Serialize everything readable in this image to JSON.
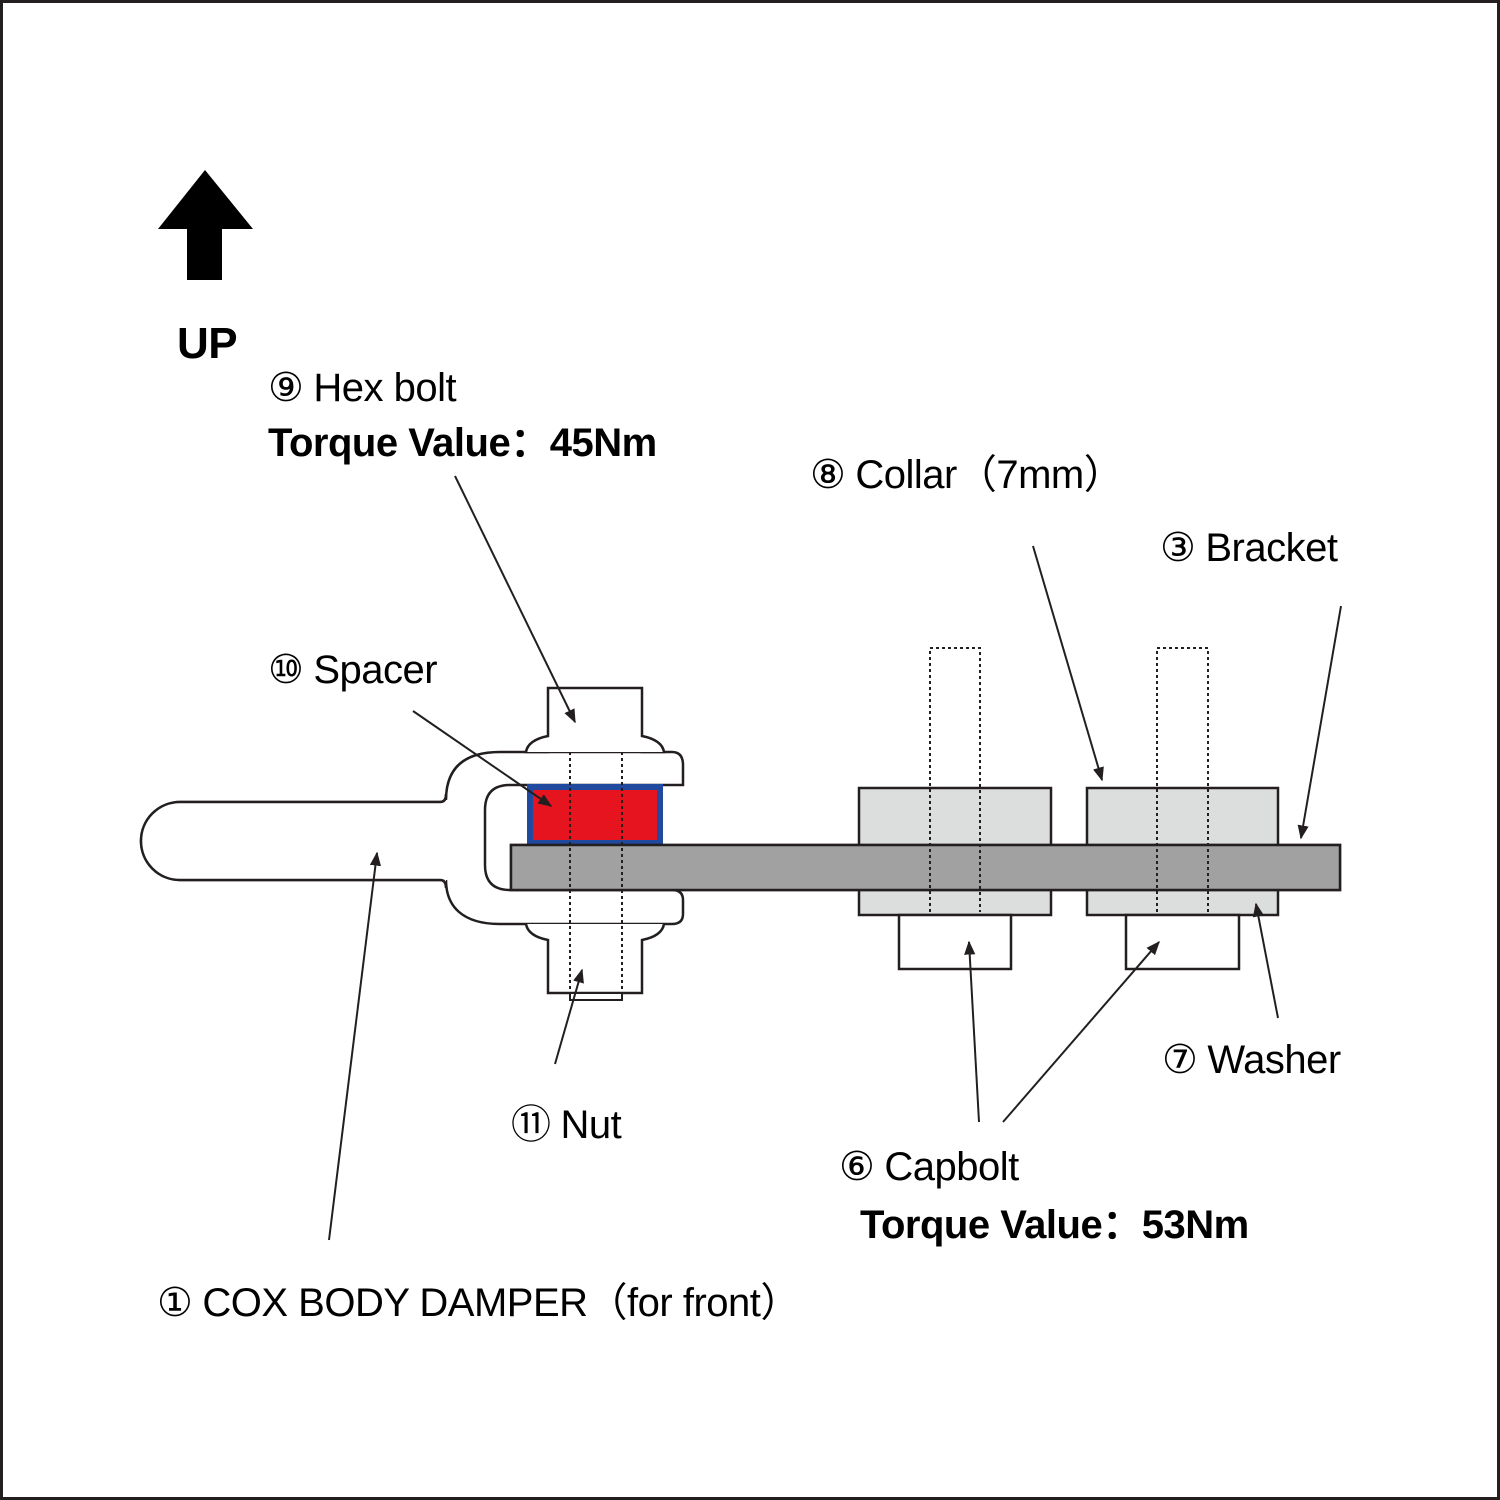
{
  "orientation": {
    "label": "UP",
    "icon": "up-arrow-icon"
  },
  "colors": {
    "frame": "#231f20",
    "outline": "#231f20",
    "bracket_fill": "#a0a1a0",
    "collar_fill": "#dcdddd",
    "spacer_fill": "#e5141f",
    "spacer_border": "#1f4aa0",
    "background": "#ffffff"
  },
  "parts": {
    "hex_bolt": {
      "number": "⑨",
      "name": "Hex bolt",
      "torque": "Torque Value：45Nm"
    },
    "spacer": {
      "number": "⑩",
      "name": "Spacer"
    },
    "collar": {
      "number": "⑧",
      "name": "Collar（7mm）"
    },
    "bracket": {
      "number": "③",
      "name": "Bracket"
    },
    "washer": {
      "number": "⑦",
      "name": "Washer"
    },
    "nut": {
      "number": "⑪",
      "name": "Nut"
    },
    "capbolt": {
      "number": "⑥",
      "name": "Capbolt",
      "torque": "Torque Value：53Nm"
    },
    "damper": {
      "number": "①",
      "name": "COX BODY DAMPER（for front）"
    }
  }
}
